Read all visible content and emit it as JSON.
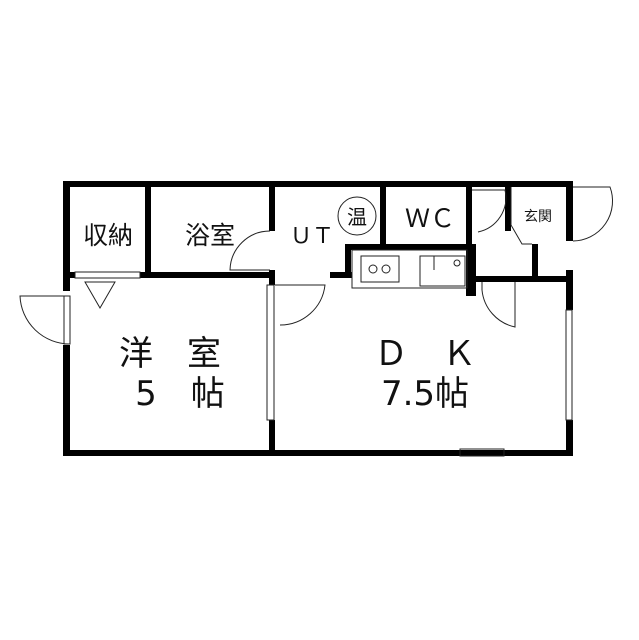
{
  "rooms": {
    "storage": "収納",
    "bathroom": "浴室",
    "utility": "ＵＴ",
    "water_heater": "温",
    "toilet": "ＷＣ",
    "entrance": "玄関",
    "western_room": "洋　室",
    "western_room_size": "5　帖",
    "dining_kitchen": "Ｄ　Ｋ",
    "dining_kitchen_size": "7.5帖"
  }
}
